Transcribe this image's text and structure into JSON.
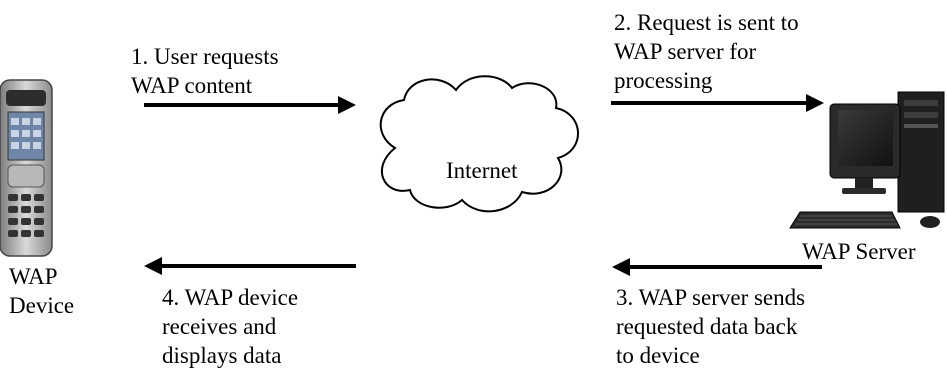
{
  "labels": {
    "step1": [
      "1. User requests",
      "WAP content"
    ],
    "step2": [
      "2. Request is sent to",
      "WAP server for",
      "processing"
    ],
    "step3": [
      "3. WAP server sends",
      "requested data back",
      "to device"
    ],
    "step4": [
      "4. WAP device",
      "receives and",
      "displays data"
    ],
    "cloud": "Internet",
    "device": [
      "WAP",
      "Device"
    ],
    "server": "WAP Server"
  },
  "icons": [
    "mobile-phone-icon",
    "desktop-computer-icon"
  ]
}
